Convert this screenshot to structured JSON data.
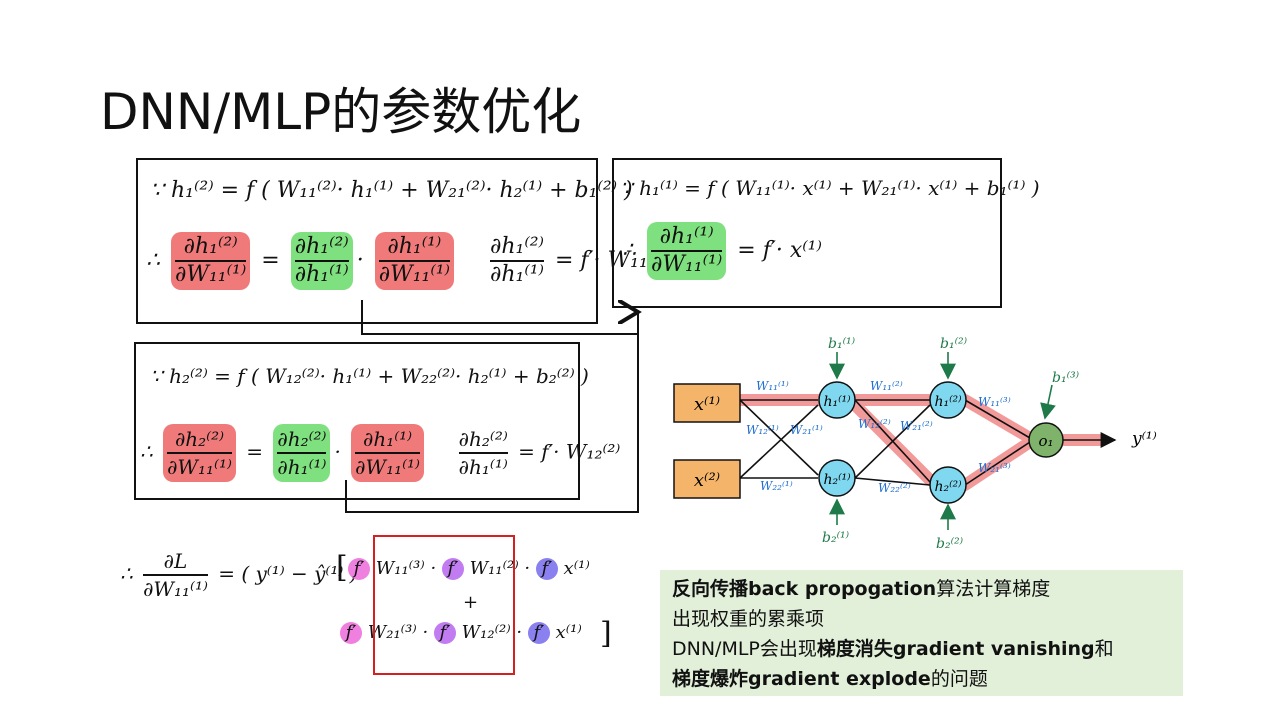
{
  "title": "DNN/MLP的参数优化",
  "box1": {
    "eq1": "∵ h₁⁽²⁾ = f ( W₁₁⁽²⁾· h₁⁽¹⁾ + W₂₁⁽²⁾· h₂⁽¹⁾ + b₁⁽²⁾ )",
    "lhs_num": "∂h₁⁽²⁾",
    "lhs_den": "∂W₁₁⁽¹⁾",
    "eq_sign": "=",
    "t1_num": "∂h₁⁽²⁾",
    "t1_den": "∂h₁⁽¹⁾",
    "t2_num": "∂h₁⁽¹⁾",
    "t2_den": "∂W₁₁⁽¹⁾",
    "r_num": "∂h₁⁽²⁾",
    "r_den": "∂h₁⁽¹⁾",
    "r_val": "= f′· W₁₁⁽²⁾",
    "therefore": "∴"
  },
  "box2": {
    "eq1": "∵ h₁⁽¹⁾ = f ( W₁₁⁽¹⁾· x⁽¹⁾ + W₂₁⁽¹⁾· x⁽¹⁾ + b₁⁽¹⁾ )",
    "lhs_num": "∂h₁⁽¹⁾",
    "lhs_den": "∂W₁₁⁽¹⁾",
    "rhs": "= f′· x⁽¹⁾",
    "therefore": "∴"
  },
  "box3": {
    "eq1": "∵ h₂⁽²⁾ = f ( W₁₂⁽²⁾· h₁⁽¹⁾ + W₂₂⁽²⁾· h₂⁽¹⁾ + b₂⁽²⁾ )",
    "lhs_num": "∂h₂⁽²⁾",
    "lhs_den": "∂W₁₁⁽¹⁾",
    "eq_sign": "=",
    "t1_num": "∂h₂⁽²⁾",
    "t1_den": "∂h₁⁽¹⁾",
    "t2_num": "∂h₁⁽¹⁾",
    "t2_den": "∂W₁₁⁽¹⁾",
    "r_num": "∂h₂⁽²⁾",
    "r_den": "∂h₁⁽¹⁾",
    "r_val": "= f′· W₁₂⁽²⁾",
    "therefore": "∴"
  },
  "bottom": {
    "therefore": "∴",
    "lhs_num": "∂L",
    "lhs_den": "∂W₁₁⁽¹⁾",
    "lhs_eq": "= ( y⁽¹⁾ − ŷ⁽¹⁾ )",
    "bracket_open": "[",
    "bracket_close": "]",
    "f": "f′",
    "row1_a": "W₁₁⁽³⁾ ·",
    "row1_b": "W₁₁⁽²⁾ ·",
    "row1_c": "x⁽¹⁾",
    "plus": "+",
    "row2_a": "W₂₁⁽³⁾ ·",
    "row2_b": "W₁₂⁽²⁾ ·",
    "row2_c": "x⁽¹⁾"
  },
  "network": {
    "inputs": [
      "x⁽¹⁾",
      "x⁽²⁾"
    ],
    "hidden1": [
      "h₁⁽¹⁾",
      "h₂⁽¹⁾"
    ],
    "hidden2": [
      "h₁⁽²⁾",
      "h₂⁽²⁾"
    ],
    "output": "o₁",
    "target": "y⁽¹⁾",
    "biases": [
      "b₁⁽¹⁾",
      "b₂⁽¹⁾",
      "b₁⁽²⁾",
      "b₂⁽²⁾",
      "b₁⁽³⁾"
    ],
    "weights1": [
      "W₁₁⁽¹⁾",
      "W₁₂⁽¹⁾",
      "W₂₁⁽¹⁾",
      "W₂₂⁽¹⁾"
    ],
    "weights2": [
      "W₁₁⁽²⁾",
      "W₁₂⁽²⁾",
      "W₂₁⁽²⁾",
      "W₂₂⁽²⁾"
    ],
    "weights3": [
      "W₁₁⁽³⁾",
      "W₂₁⁽³⁾"
    ]
  },
  "info": {
    "l1_bold": "反向传播back propogation",
    "l1_rest": "算法计算梯度",
    "l2": "出现权重的累乘项",
    "l3_a": "DNN/MLP会出现",
    "l3_bold": "梯度消失gradient vanishing",
    "l3_c": "和",
    "l4_bold": "梯度爆炸gradient explode",
    "l4_rest": "的问题"
  },
  "colors": {
    "red_highlight": "#f07a7a",
    "green_highlight": "#7ee07e",
    "yellow_highlight": "#fff27a",
    "node_fill": "#7fd8f0",
    "input_fill": "#f4b56a",
    "output_fill": "#7fb26a",
    "backprop_arrow": "#f08080",
    "weight_label": "#1f6fd0",
    "bias_label": "#1f7a4a",
    "box_red": "#d42020",
    "info_bg": "#e2efd9"
  }
}
